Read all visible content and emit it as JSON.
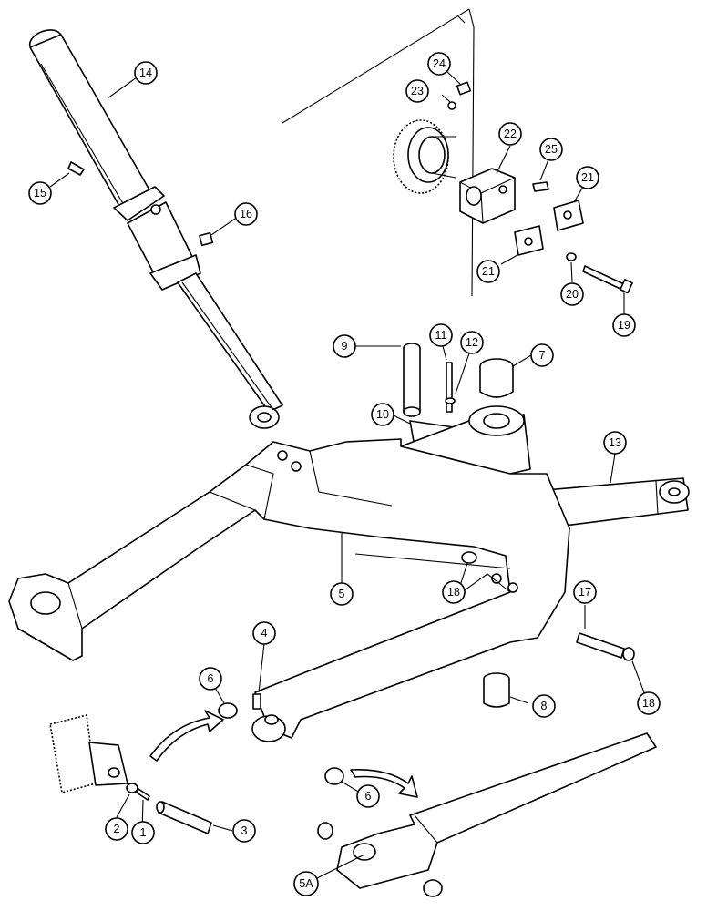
{
  "colors": {
    "line": "#000000",
    "background": "#ffffff"
  },
  "callouts": [
    {
      "id": "c14",
      "label": "14"
    },
    {
      "id": "c15",
      "label": "15"
    },
    {
      "id": "c16",
      "label": "16"
    },
    {
      "id": "c24",
      "label": "24"
    },
    {
      "id": "c23",
      "label": "23"
    },
    {
      "id": "c22",
      "label": "22"
    },
    {
      "id": "c25",
      "label": "25"
    },
    {
      "id": "c21a",
      "label": "21"
    },
    {
      "id": "c21b",
      "label": "21"
    },
    {
      "id": "c20",
      "label": "20"
    },
    {
      "id": "c19",
      "label": "19"
    },
    {
      "id": "c9",
      "label": "9"
    },
    {
      "id": "c11",
      "label": "11"
    },
    {
      "id": "c12",
      "label": "12"
    },
    {
      "id": "c7",
      "label": "7"
    },
    {
      "id": "c10",
      "label": "10"
    },
    {
      "id": "c13",
      "label": "13"
    },
    {
      "id": "c5",
      "label": "5"
    },
    {
      "id": "c18a",
      "label": "18"
    },
    {
      "id": "c17",
      "label": "17"
    },
    {
      "id": "c18b",
      "label": "18"
    },
    {
      "id": "c4",
      "label": "4"
    },
    {
      "id": "c6a",
      "label": "6"
    },
    {
      "id": "c8",
      "label": "8"
    },
    {
      "id": "c6b",
      "label": "6"
    },
    {
      "id": "c2",
      "label": "2"
    },
    {
      "id": "c1",
      "label": "1"
    },
    {
      "id": "c3",
      "label": "3"
    },
    {
      "id": "c5a",
      "label": "5A"
    }
  ]
}
